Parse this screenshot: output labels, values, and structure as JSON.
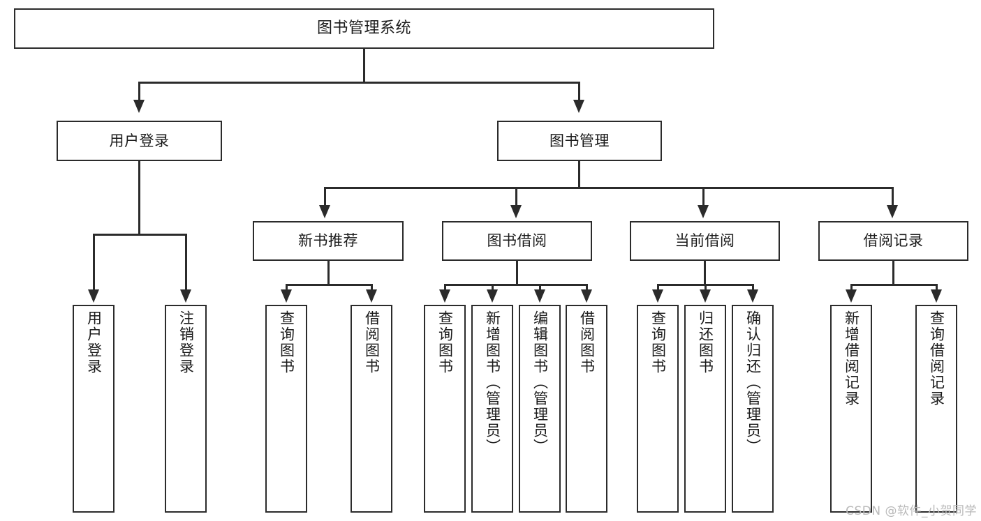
{
  "diagram": {
    "title": "图书管理系统",
    "type": "hierarchy-tree",
    "watermark": "CSDN @软件_小贺同学",
    "colors": {
      "stroke": "#2b2b2b",
      "fill": "#ffffff",
      "text": "#1a1a1a",
      "watermark": "#b9b9b9"
    },
    "root": {
      "label": "图书管理系统"
    },
    "level1": [
      {
        "label": "用户登录"
      },
      {
        "label": "图书管理"
      }
    ],
    "level2": [
      {
        "label": "新书推荐"
      },
      {
        "label": "图书借阅"
      },
      {
        "label": "当前借阅"
      },
      {
        "label": "借阅记录"
      }
    ],
    "leaves": {
      "user_login": [
        {
          "label": "用户登录"
        },
        {
          "label": "注销登录"
        }
      ],
      "new_book": [
        {
          "label": "查询图书"
        },
        {
          "label": "借阅图书"
        }
      ],
      "book_borrow": [
        {
          "label": "查询图书"
        },
        {
          "label": "新增图书（管理员）"
        },
        {
          "label": "编辑图书（管理员）"
        },
        {
          "label": "借阅图书"
        }
      ],
      "current_borrow": [
        {
          "label": "查询图书"
        },
        {
          "label": "归还图书"
        },
        {
          "label": "确认归还（管理员）"
        }
      ],
      "borrow_record": [
        {
          "label": "新增借阅记录"
        },
        {
          "label": "查询借阅记录"
        }
      ]
    }
  }
}
